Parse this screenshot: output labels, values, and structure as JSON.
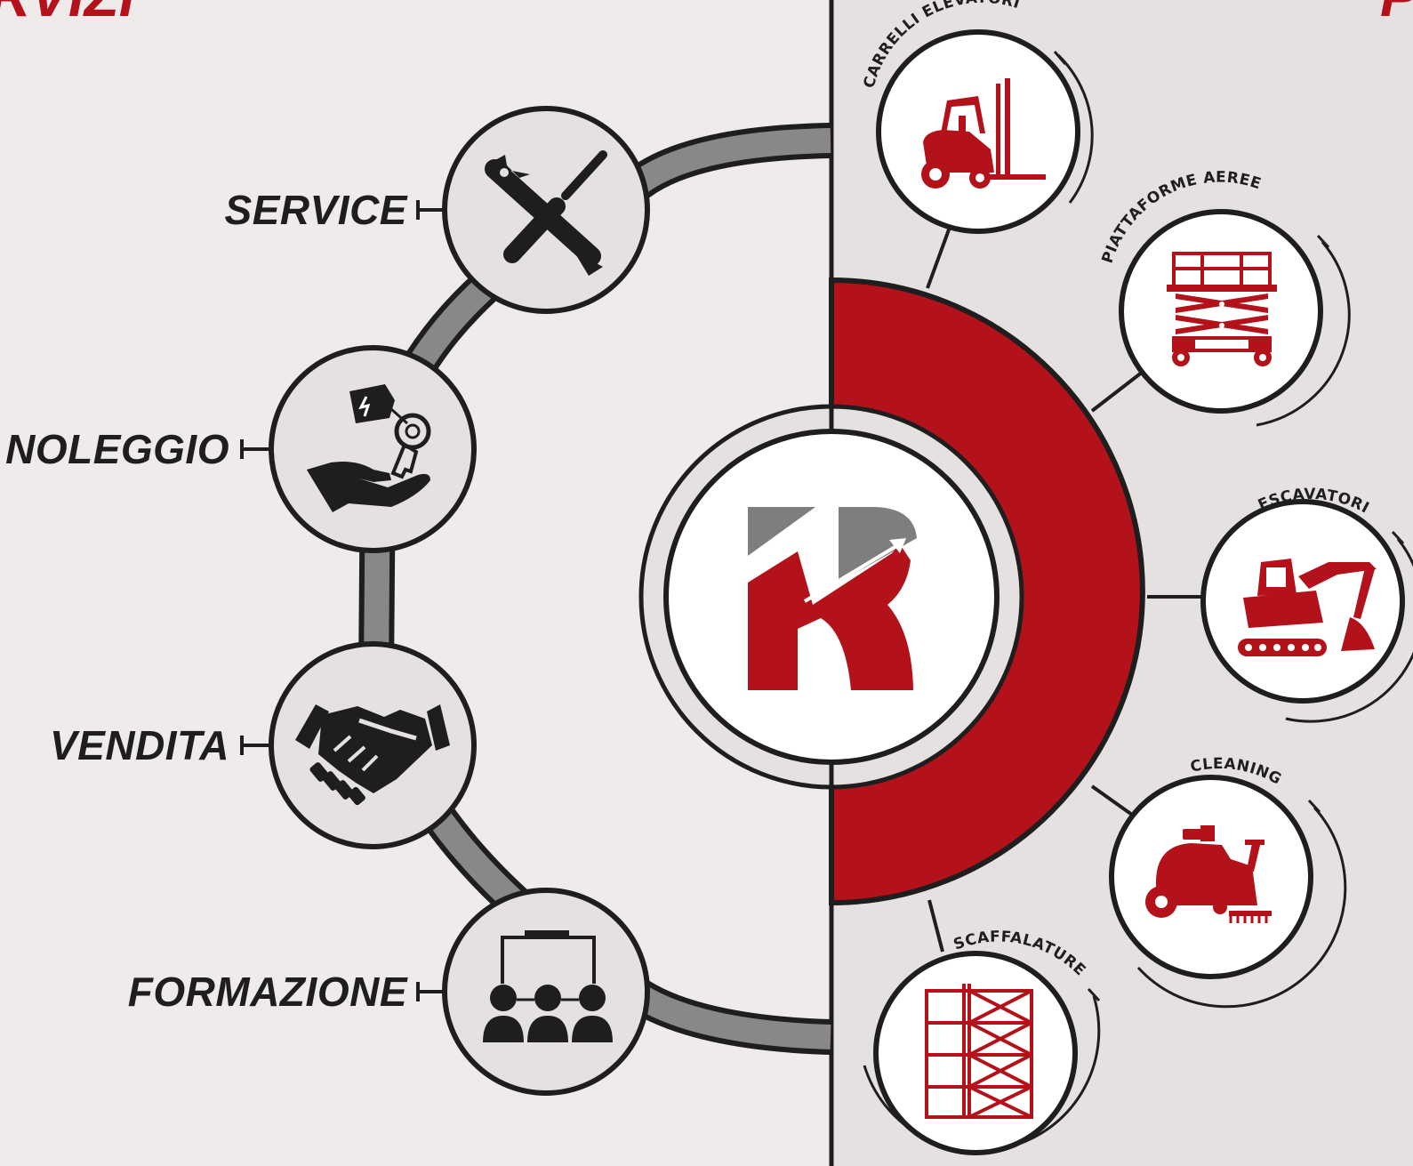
{
  "header": {
    "left_title_fragment": "RVIZI",
    "right_title_fragment": "P"
  },
  "services": [
    {
      "label": "SERVICE",
      "icon": "wrench-screwdriver-icon"
    },
    {
      "label": "NOLEGGIO",
      "icon": "hand-key-tag-icon"
    },
    {
      "label": "VENDITA",
      "icon": "handshake-icon"
    },
    {
      "label": "FORMAZIONE",
      "icon": "training-group-icon"
    }
  ],
  "products": [
    {
      "label": "CARRELLI ELEVATORI",
      "icon": "forklift-icon"
    },
    {
      "label": "PIATTAFORME AEREE",
      "icon": "scissor-lift-icon"
    },
    {
      "label": "ESCAVATORI",
      "icon": "excavator-icon"
    },
    {
      "label": "CLEANING",
      "icon": "floor-scrubber-icon"
    },
    {
      "label": "SCAFFALATURE",
      "icon": "shelving-icon"
    }
  ],
  "logo": {
    "icon": "r-logo-icon"
  },
  "colors": {
    "background_left": "#f0ebeb",
    "background_right": "#e6e1e1",
    "brand_red": "#b3121a",
    "logo_gray": "#807d7d",
    "ring_gray": "#8a8787",
    "ink": "#1e1e1e"
  }
}
